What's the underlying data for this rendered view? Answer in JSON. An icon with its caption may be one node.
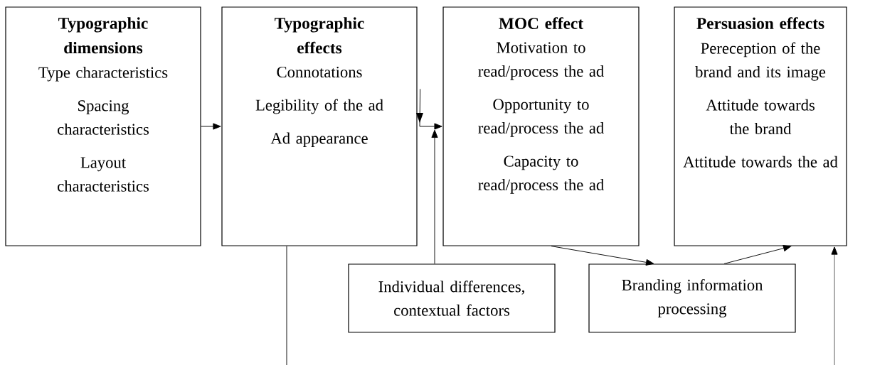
{
  "diagram": {
    "nodes": [
      {
        "text": [
          "Typographic dimensions",
          "Type characteristics",
          "Spacing characteristics",
          "Layout characteristics"
        ]
      },
      {
        "text": [
          "Typographic effects",
          "Connotations",
          "Legibility of the ad",
          "Ad appearance"
        ]
      },
      {
        "text": [
          "MOC effect",
          "Motivation to read/process the ad",
          "Opportunity to read/process the ad",
          "Capacity to read/process the ad"
        ]
      },
      {
        "text": [
          "Persuasion effects",
          "Pereception of the brand and its image",
          "Attitude towards the brand",
          "Attitude towards the ad"
        ]
      },
      {
        "text": [
          "Individual differences, contextual factors"
        ]
      },
      {
        "text": [
          "Branding information processing"
        ]
      }
    ],
    "edges": [
      {
        "from": 0,
        "to": 1,
        "arrow": "to"
      },
      {
        "from": 1,
        "to": 2,
        "arrow": "to"
      },
      {
        "from": 4,
        "to": 2,
        "arrow": "to"
      },
      {
        "from": 2,
        "to": 5,
        "arrow": "to"
      },
      {
        "from": 5,
        "to": 3,
        "arrow": "to"
      },
      {
        "from": 1,
        "to": null,
        "arrow": "none"
      },
      {
        "from": null,
        "to": 3,
        "arrow": "to"
      }
    ]
  }
}
